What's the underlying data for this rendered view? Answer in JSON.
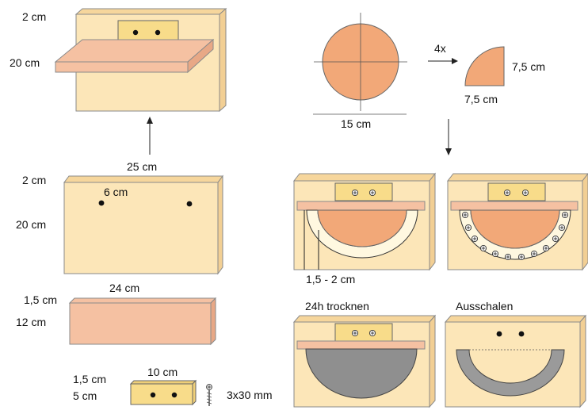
{
  "labels": {
    "top_left_thickness": "2 cm",
    "top_left_height": "20 cm",
    "board_width": "25 cm",
    "board_thickness": "2 cm",
    "hole_spacing": "6 cm",
    "board_height": "20 cm",
    "shelf_width": "24 cm",
    "shelf_thickness": "1,5 cm",
    "shelf_depth": "12 cm",
    "block_width": "10 cm",
    "block_thickness": "1,5 cm",
    "block_height": "5 cm",
    "screw_size": "3x30 mm",
    "circle_diameter": "15 cm",
    "multiplier": "4x",
    "quarter_height": "7,5 cm",
    "quarter_width": "7,5 cm",
    "gap": "1,5 - 2 cm",
    "step_dry": "24h trocknen",
    "step_unmold": "Ausschalen"
  },
  "colors": {
    "board": "#fce6b8",
    "shelf": "#f5c1a2",
    "block": "#f8dc8a",
    "mold": "#f2a878",
    "concrete": "#8f8f8f"
  }
}
